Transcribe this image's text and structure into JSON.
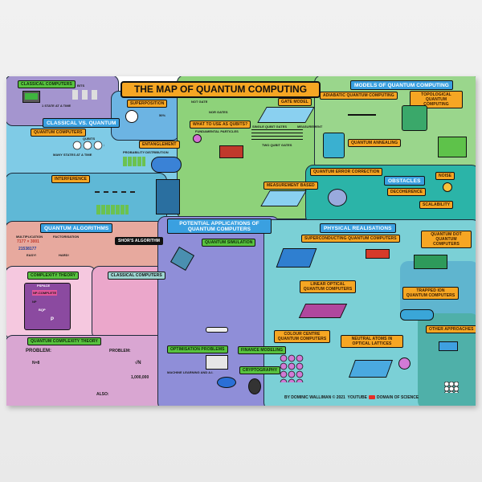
{
  "title": "THE MAP OF QUANTUM COMPUTING",
  "sections": {
    "classical_computers": "CLASSICAL COMPUTERS",
    "classical_note": "1 STATE AT A TIME",
    "bits": "BITS",
    "classical_vs_quantum": "CLASSICAL VS. QUANTUM",
    "quantum_computers": "QUANTUM COMPUTERS",
    "qubits": "QUBITS",
    "many_states": "MANY STATES AT A TIME",
    "superposition": "SUPERPOSITION",
    "fifty": "50%",
    "entanglement": "ENTANGLEMENT",
    "probability": "PROBABILITY DISTRIBUTION",
    "interference": "INTERFERENCE",
    "not_gate": "NOT GATE",
    "nor_gates": "NOR GATES",
    "what_is_qubit": "WHAT TO USE AS QUBITS?",
    "fundamental": "FUNDAMENTAL PARTICLES",
    "gate_model": "GATE MODEL",
    "single_qubit_gates": "SINGLE QUBIT GATES",
    "measurement": "MEASUREMENT",
    "two_qubit_gates": "TWO QUBIT GATES",
    "measurement_based": "MEASUREMENT BASED",
    "models": "MODELS OF QUANTUM COMPUTING",
    "adiabatic": "ADIABATIC QUANTUM COMPUTING",
    "quantum_annealing": "QUANTUM ANNEALING",
    "topological": "TOPOLOGICAL QUANTUM COMPUTING",
    "qec": "QUANTUM ERROR CORRECTION",
    "obstacles": "OBSTACLES",
    "decoherence": "DECOHERENCE",
    "noise": "NOISE",
    "scalability": "SCALABILITY",
    "quantum_algorithms": "QUANTUM ALGORITHMS",
    "multiplication": "MULTIPLICATION",
    "mult_expr": "7177 × 3001",
    "mult_result": "21538177",
    "easy": "EASY!",
    "factorisation": "FACTORISATION",
    "hard": "HARD!",
    "shors": "SHOR'S ALGORITHM",
    "complexity_theory": "COMPLEXITY THEORY",
    "pspace": "PSPACE",
    "np_complete": "NP-COMPLETE",
    "np": "NP",
    "bqp": "BQP",
    "p": "P",
    "classical_computers_2": "CLASSICAL COMPUTERS",
    "quantum_complexity": "QUANTUM COMPLEXITY THEORY",
    "problem": "PROBLEM:",
    "n8": "N=8",
    "grover": "PROBLEM:",
    "sqrt_n": "√N",
    "million": "1,000,000",
    "also": "ALSO:",
    "applications": "POTENTIAL APPLICATIONS OF QUANTUM COMPUTERS",
    "quantum_simulation": "QUANTUM SIMULATION",
    "optimisation": "OPTIMISATION PROBLEMS",
    "finance": "FINANCE MODELING",
    "machine_learning": "MACHINE LEARNING AND A.I.",
    "cryptography": "CRYPTOGRAPHY",
    "physical": "PHYSICAL REALISATIONS",
    "superconducting": "SUPERCONDUCTING QUANTUM COMPUTERS",
    "quantum_dot": "QUANTUM DOT QUANTUM COMPUTERS",
    "linear_optical": "LINEAR OPTICAL QUANTUM COMPUTERS",
    "trapped_ion": "TRAPPED ION QUANTUM COMPUTERS",
    "colour_centre": "COLOUR CENTRE QUANTUM COMPUTERS",
    "neutral_atoms": "NEUTRAL ATOMS IN OPTICAL LATTICES",
    "other": "OTHER APPROACHES"
  },
  "credit": {
    "author": "BY DOMINIC WALLIMAN © 2021",
    "youtube": "YOUTUBE",
    "channel": "DOMAIN OF SCIENCE"
  },
  "colors": {
    "wall": "#eeeeee",
    "classical_purple": "#9b8fc9",
    "quantum_blue": "#7fcbe6",
    "hardware_green": "#8ed27a",
    "models_green": "#93d38b",
    "obstacles_teal": "#2bb4a8",
    "algorithms_salmon": "#e7a99e",
    "complexity_pink": "#f1b7d6",
    "quantum_complexity": "#d7a3cf",
    "applications_purple": "#8f8ed8",
    "physical_teal": "#7bd0d6",
    "label_orange": "#f6a623",
    "label_blue": "#3aa0e0",
    "label_green": "#58c23f"
  }
}
